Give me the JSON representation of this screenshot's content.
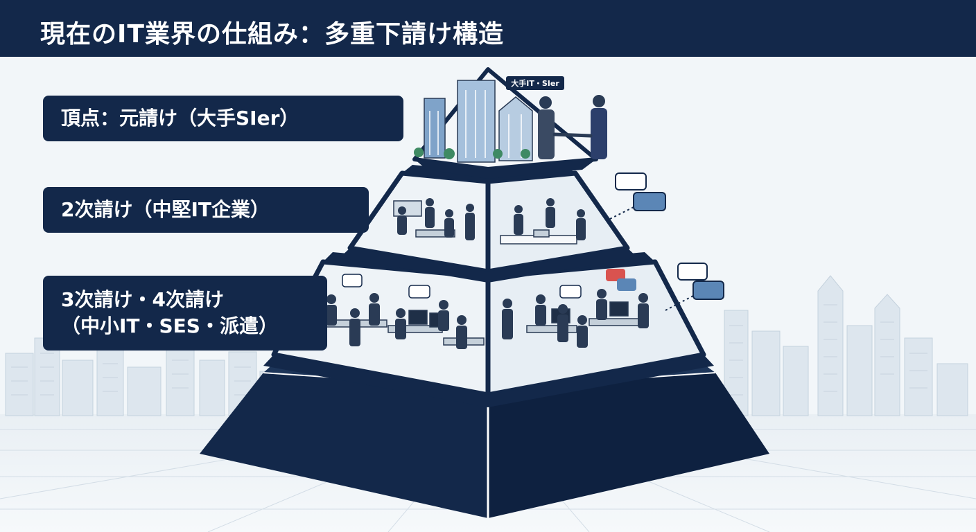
{
  "header": {
    "title": "現在のIT業界の仕組み：多重下請け構造"
  },
  "tiers": [
    {
      "label": "頂点：元請け（大手SIer）"
    },
    {
      "label": "2次請け（中堅IT企業）"
    },
    {
      "label_line1": "3次請け・4次請け",
      "label_line2": "（中小IT・SES・派遣）"
    }
  ],
  "building_sign": "大手IT・SIer",
  "colors": {
    "navy": "#13284a",
    "background": "#f2f6f9",
    "glass": "#eef3f7",
    "accent_blue": "#5b86b6"
  }
}
